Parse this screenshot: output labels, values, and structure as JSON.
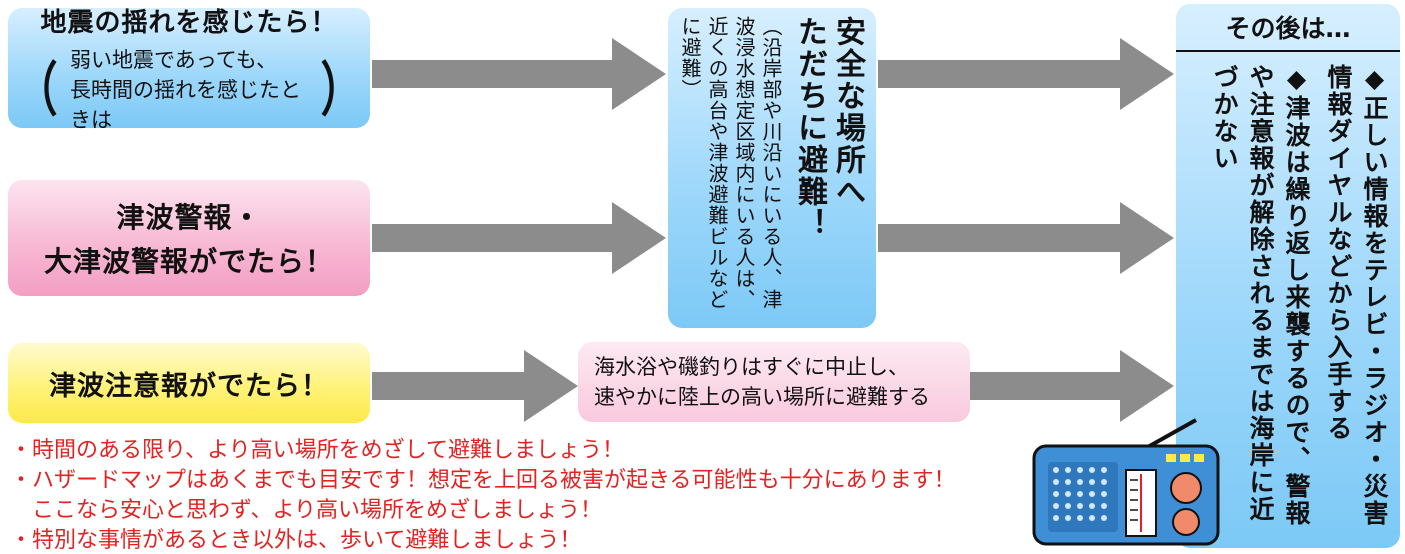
{
  "triggers": {
    "quake": {
      "title": "地震の揺れを感じたら！",
      "paren_open": "（",
      "paren_close": "）",
      "line1": "弱い地震であっても、",
      "line2": "長時間の揺れを感じたときは"
    },
    "warning": {
      "line1": "津波警報・",
      "line2": "大津波警報がでたら！"
    },
    "advisory": {
      "title": "津波注意報がでたら！"
    }
  },
  "safe_place": {
    "title_line1": "安全な場所へ",
    "title_line2": "ただちに避難！",
    "body": "（沿岸部や川沿いにいる人、津波浸水想定区域内にいる人は、近くの高台や津波避難ビルなどに避難）"
  },
  "beach_action": {
    "line1": "海水浴や磯釣りはすぐに中止し、",
    "line2": "速やかに陸上の高い場所に避難する"
  },
  "after": {
    "title": "その後は…",
    "items": [
      "◆正しい情報をテレビ・ラジオ・災害情報ダイヤルなどから入手する",
      "◆津波は繰り返し来襲するので、警報や注意報が解除されるまでは海岸に近づかない"
    ]
  },
  "notes": [
    "・時間のある限り、より高い場所をめざして避難しましょう！",
    "・ハザードマップはあくまでも目安です！想定を上回る被害が起きる可能性も十分にあります！",
    "　ここなら安心と思わず、より高い場所をめざしましょう！",
    "・特別な事情があるとき以外は、歩いて避難しましょう！"
  ],
  "colors": {
    "blue": "#9fd8fb",
    "pink": "#f7b6d2",
    "yellow": "#fff27a",
    "arrow": "#8c8c8c",
    "note_red": "#e32222",
    "radio_body": "#3f8fd6",
    "radio_knob": "#f08a6a"
  },
  "icons": {
    "radio": "radio-icon"
  }
}
